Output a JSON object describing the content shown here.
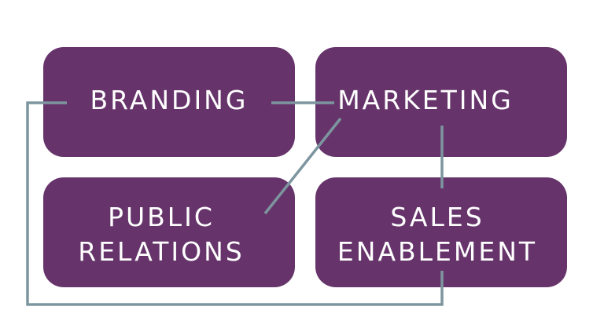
{
  "colors": {
    "box": "#66346b",
    "connector": "#7d959f",
    "text": "#ffffff"
  },
  "boxes": {
    "branding": {
      "line1": "BRANDING"
    },
    "marketing": {
      "line1": "MARKETING"
    },
    "public_relations": {
      "line1": "PUBLIC",
      "line2": "RELATIONS"
    },
    "sales_enablement": {
      "line1": "SALES",
      "line2": "ENABLEMENT"
    }
  }
}
